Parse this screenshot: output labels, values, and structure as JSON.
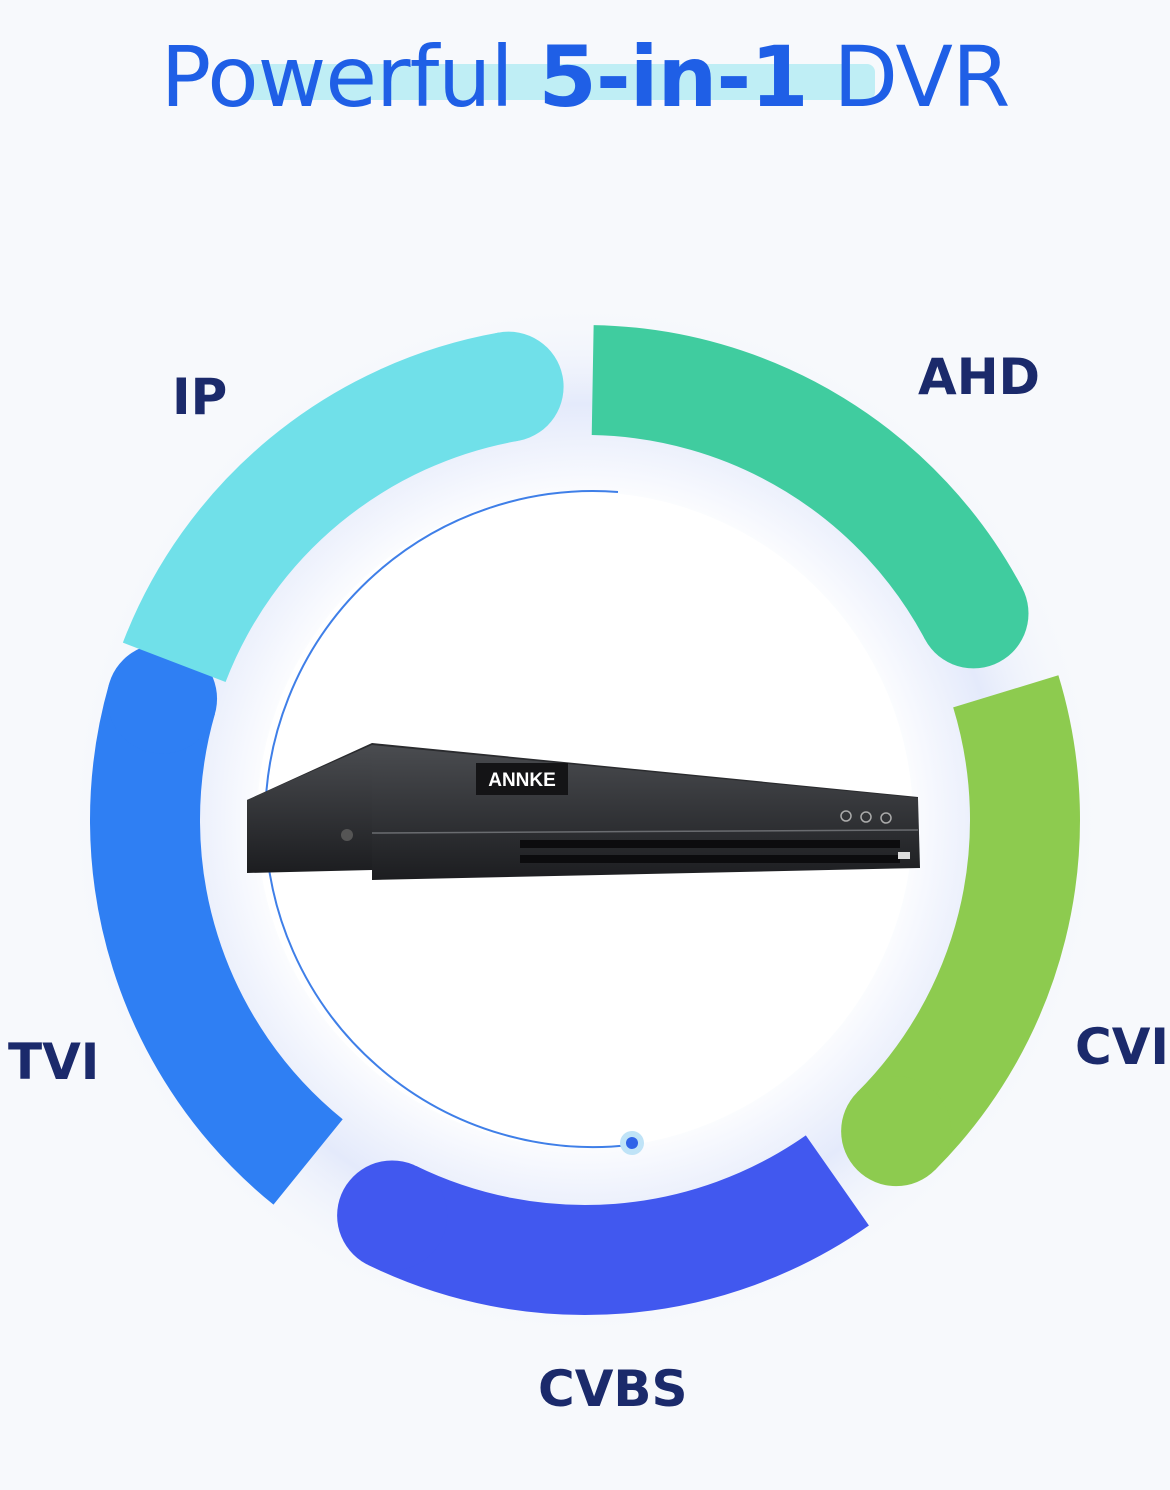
{
  "title": {
    "prefix": "Powerful",
    "bold": "5-in-1",
    "suffix": "DVR"
  },
  "segments": [
    {
      "label": "AHD",
      "color": "#40cc9f"
    },
    {
      "label": "CVI",
      "color": "#8dcb4f"
    },
    {
      "label": "CVBS",
      "color": "#4158ef"
    },
    {
      "label": "TVI",
      "color": "#2f7ff3"
    },
    {
      "label": "IP",
      "color": "#70e0e9"
    }
  ],
  "device": {
    "brand": "ANNKE"
  }
}
